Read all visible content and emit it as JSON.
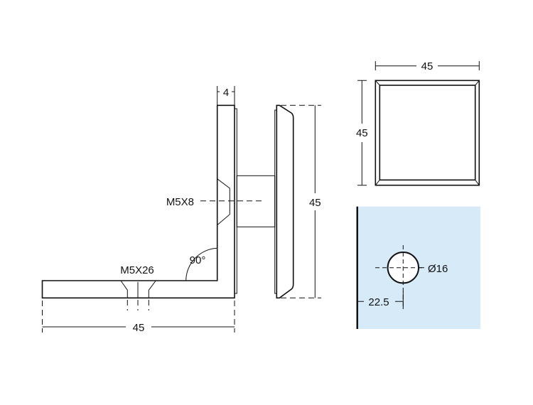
{
  "colors": {
    "glass": "#d6eaf8",
    "line": "#111111"
  },
  "side_view": {
    "thickness_label": "4",
    "height_label": "45",
    "width_label": "45",
    "screw_vertical": "M5X8",
    "screw_horizontal": "M5X26",
    "angle": "90°"
  },
  "front_view": {
    "width_label": "45",
    "height_label": "45"
  },
  "glass_view": {
    "hole_label": "Ø16",
    "offset_label": "22.5"
  }
}
